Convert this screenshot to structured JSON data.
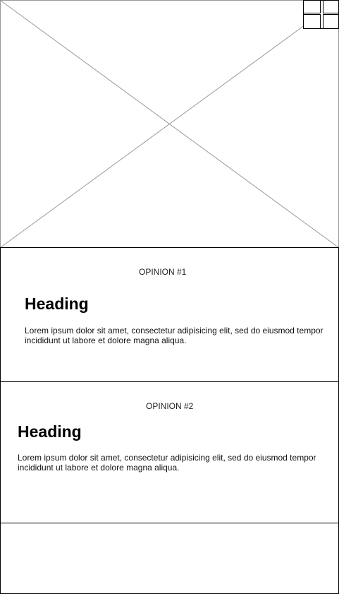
{
  "hero": {
    "image_placeholder": "image-placeholder",
    "menu_icon": "grid-menu-icon"
  },
  "opinions": [
    {
      "label": "OPINION #1",
      "heading": "Heading",
      "text": "Lorem ipsum dolor sit amet, consectetur adipisicing elit, sed do eiusmod tempor incididunt ut labore et dolore magna aliqua."
    },
    {
      "label": "OPINION #2",
      "heading": "Heading",
      "text": "Lorem ipsum dolor sit amet, consectetur adipisicing elit, sed do eiusmod tempor incididunt ut labore et dolore magna aliqua."
    }
  ],
  "colors": {
    "border": "#000000",
    "placeholder_lines": "#999999",
    "background": "#ffffff"
  }
}
